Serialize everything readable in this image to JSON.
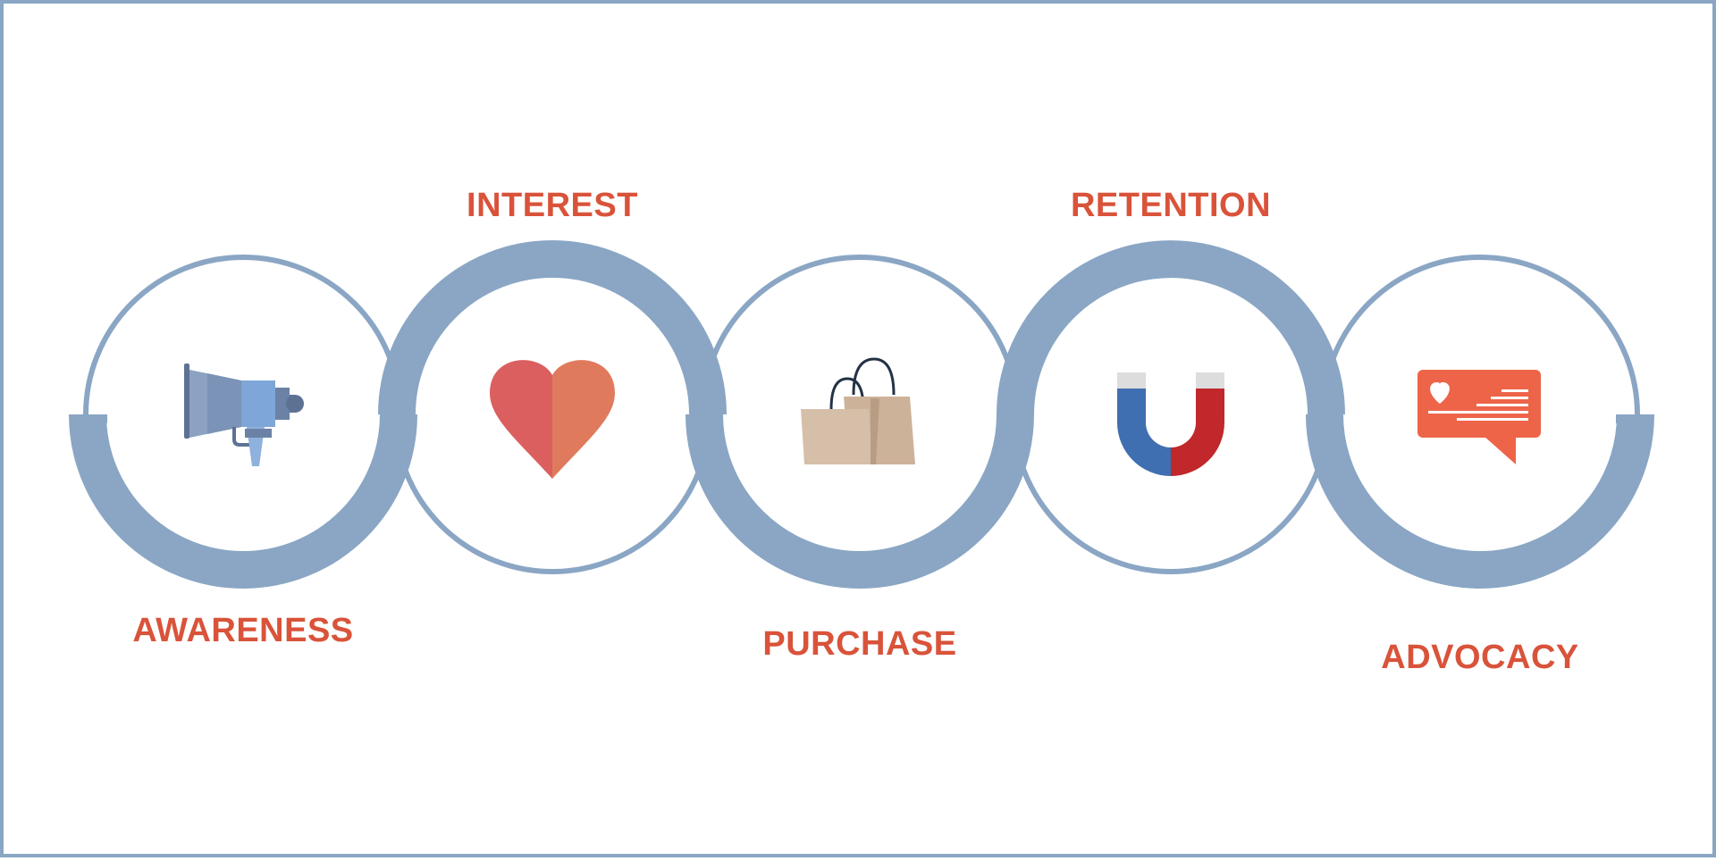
{
  "colors": {
    "frame": "#8aa6c4",
    "ring": "#8aa6c4",
    "label": "#d9533a"
  },
  "stages": [
    {
      "label": "AWARENESS",
      "icon": "megaphone-icon"
    },
    {
      "label": "INTEREST",
      "icon": "heart-icon"
    },
    {
      "label": "PURCHASE",
      "icon": "shopping-bag-icon"
    },
    {
      "label": "RETENTION",
      "icon": "magnet-icon"
    },
    {
      "label": "ADVOCACY",
      "icon": "chat-bubble-icon"
    }
  ]
}
